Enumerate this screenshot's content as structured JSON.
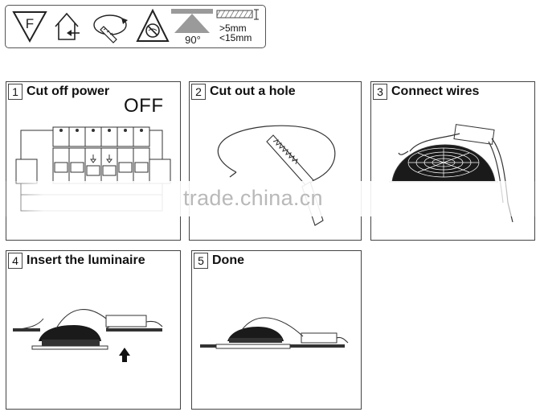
{
  "icons": {
    "fire_symbol": "F",
    "angle_label": "90°",
    "clearance_min": ">5mm",
    "clearance_max": "<15mm"
  },
  "steps": [
    {
      "number": "1",
      "title": "Cut off power",
      "note": "OFF"
    },
    {
      "number": "2",
      "title": "Cut out a hole"
    },
    {
      "number": "3",
      "title": "Connect wires"
    },
    {
      "number": "4",
      "title": "Insert the luminaire"
    },
    {
      "number": "5",
      "title": "Done"
    }
  ],
  "watermark": "trade.china.cn"
}
